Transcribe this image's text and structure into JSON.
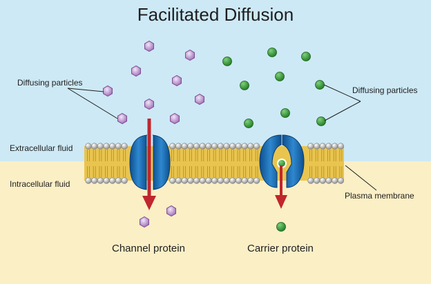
{
  "title": "Facilitated Diffusion",
  "labels": {
    "diffusing_left": "Diffusing particles",
    "diffusing_right": "Diffusing particles",
    "extracellular": "Extracellular fluid",
    "intracellular": "Intracellular fluid",
    "plasma_membrane": "Plasma membrane",
    "channel_protein": "Channel protein",
    "carrier_protein": "Carrier protein"
  },
  "colors": {
    "extracellular_bg": "#cde9f5",
    "intracellular_bg": "#fbefc6",
    "purple_particle": "#c9a6d6",
    "purple_particle_stroke": "#7e4f93",
    "green_particle": "#3f9b3c",
    "protein_blue": "#1e6bb0",
    "arrow_red": "#c0262d",
    "phospholipid_head": "#d4d4d4",
    "phospholipid_tail": "#d8b13a"
  }
}
